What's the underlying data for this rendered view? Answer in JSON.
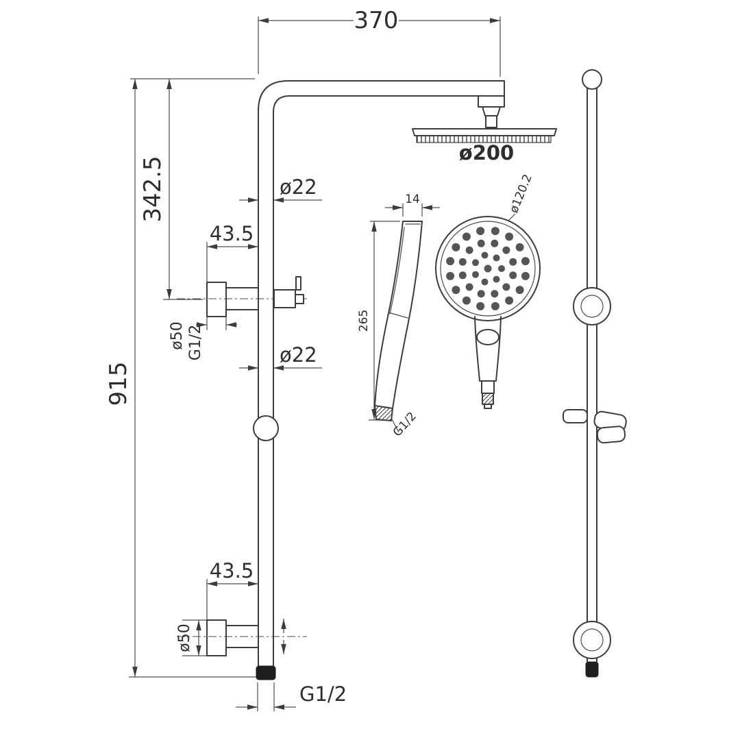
{
  "drawing": {
    "kind": "shower-set-technical-drawing",
    "labels": {
      "arm_width": "370",
      "top_to_upper_bracket": "342.5",
      "total_height": "915",
      "bracket_offset_upper": "43.5",
      "bracket_offset_lower": "43.5",
      "pipe_diameter_upper": "ø22",
      "pipe_diameter_lower": "ø22",
      "head_diameter": "ø200",
      "bracket_diameter_upper": "ø50",
      "bracket_thread_upper": "G1/2",
      "bracket_diameter_lower": "ø50",
      "outlet_thread": "G1/2",
      "handshower_width": "14",
      "handshower_length": "265",
      "handshower_thread": "G1/2",
      "handshower_face_diameter": "ø120.2"
    },
    "colors": {
      "line": "#3c3c3c",
      "text": "#2e2e2e",
      "background": "#ffffff"
    }
  }
}
